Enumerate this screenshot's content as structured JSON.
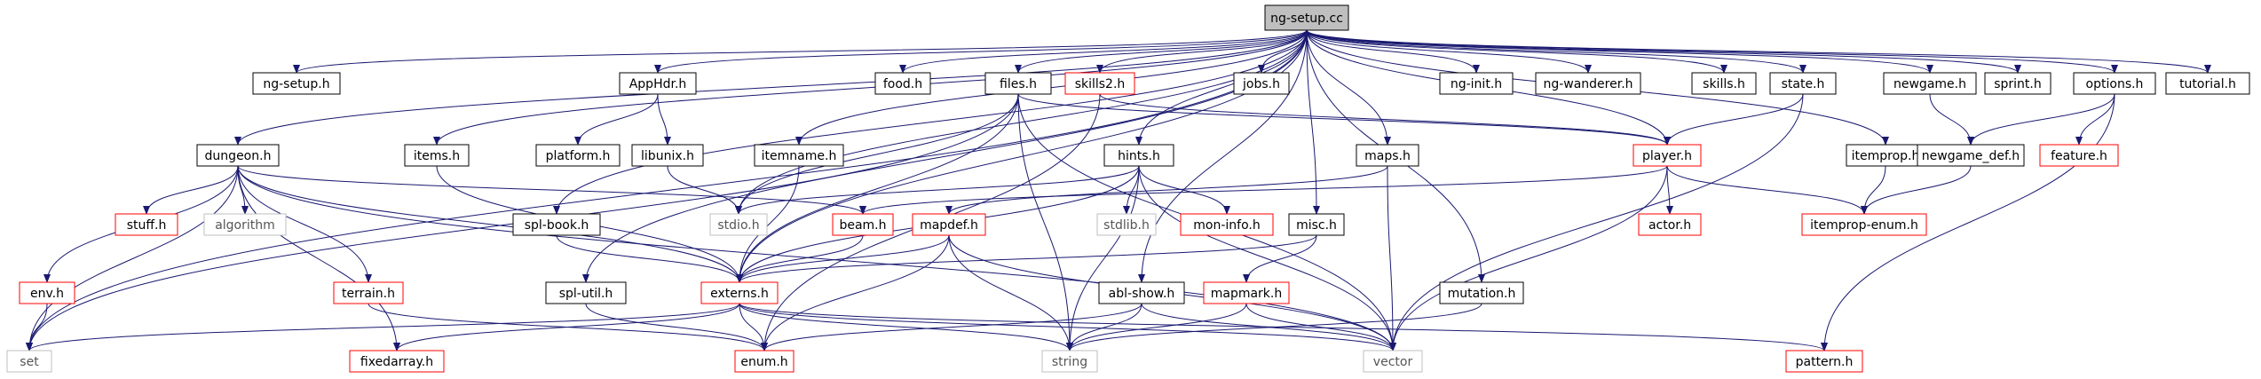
{
  "colors": {
    "edge": "#191970",
    "box_default": "#000000",
    "box_red": "#ff0000",
    "box_gray": "#bfbfbf",
    "root_fill": "#bfbfbf"
  },
  "nodes": [
    {
      "id": "ng_setup_cc",
      "label": "ng-setup.cc",
      "style": "root"
    },
    {
      "id": "dungeon_h",
      "label": "dungeon.h",
      "style": "black"
    },
    {
      "id": "ng_setup_h",
      "label": "ng-setup.h",
      "style": "black"
    },
    {
      "id": "items_h",
      "label": "items.h",
      "style": "black"
    },
    {
      "id": "spl_book_h",
      "label": "spl-book.h",
      "style": "black"
    },
    {
      "id": "spl_util_h",
      "label": "spl-util.h",
      "style": "black"
    },
    {
      "id": "apphdr_h",
      "label": "AppHdr.h",
      "style": "black"
    },
    {
      "id": "platform_h",
      "label": "platform.h",
      "style": "black"
    },
    {
      "id": "libunix_h",
      "label": "libunix.h",
      "style": "black"
    },
    {
      "id": "food_h",
      "label": "food.h",
      "style": "black"
    },
    {
      "id": "files_h",
      "label": "files.h",
      "style": "black"
    },
    {
      "id": "itemname_h",
      "label": "itemname.h",
      "style": "black"
    },
    {
      "id": "skills2_h",
      "label": "skills2.h",
      "style": "red"
    },
    {
      "id": "jobs_h",
      "label": "jobs.h",
      "style": "black"
    },
    {
      "id": "hints_h",
      "label": "hints.h",
      "style": "black"
    },
    {
      "id": "maps_h",
      "label": "maps.h",
      "style": "black"
    },
    {
      "id": "misc_h",
      "label": "misc.h",
      "style": "black"
    },
    {
      "id": "abl_show_h",
      "label": "abl-show.h",
      "style": "black"
    },
    {
      "id": "mutation_h",
      "label": "mutation.h",
      "style": "black"
    },
    {
      "id": "ng_init_h",
      "label": "ng-init.h",
      "style": "black"
    },
    {
      "id": "ng_wanderer_h",
      "label": "ng-wanderer.h",
      "style": "black"
    },
    {
      "id": "skills_h",
      "label": "skills.h",
      "style": "black"
    },
    {
      "id": "state_h",
      "label": "state.h",
      "style": "black"
    },
    {
      "id": "player_h",
      "label": "player.h",
      "style": "red"
    },
    {
      "id": "itemprop_h",
      "label": "itemprop.h",
      "style": "black"
    },
    {
      "id": "newgame_h",
      "label": "newgame.h",
      "style": "black"
    },
    {
      "id": "newgame_def_h",
      "label": "newgame_def.h",
      "style": "black"
    },
    {
      "id": "sprint_h",
      "label": "sprint.h",
      "style": "black"
    },
    {
      "id": "options_h",
      "label": "options.h",
      "style": "black"
    },
    {
      "id": "feature_h",
      "label": "feature.h",
      "style": "red"
    },
    {
      "id": "tutorial_h",
      "label": "tutorial.h",
      "style": "black"
    },
    {
      "id": "actor_h",
      "label": "actor.h",
      "style": "red"
    },
    {
      "id": "itemprop_enum_h",
      "label": "itemprop-enum.h",
      "style": "red"
    },
    {
      "id": "stuff_h",
      "label": "stuff.h",
      "style": "red"
    },
    {
      "id": "algorithm",
      "label": "algorithm",
      "style": "gray"
    },
    {
      "id": "stdio_h",
      "label": "stdio.h",
      "style": "gray"
    },
    {
      "id": "stdlib_h",
      "label": "stdlib.h",
      "style": "gray"
    },
    {
      "id": "mon_info_h",
      "label": "mon-info.h",
      "style": "red"
    },
    {
      "id": "beam_h",
      "label": "beam.h",
      "style": "red"
    },
    {
      "id": "mapdef_h",
      "label": "mapdef.h",
      "style": "red"
    },
    {
      "id": "env_h",
      "label": "env.h",
      "style": "red"
    },
    {
      "id": "terrain_h",
      "label": "terrain.h",
      "style": "red"
    },
    {
      "id": "externs_h",
      "label": "externs.h",
      "style": "red"
    },
    {
      "id": "mapmark_h",
      "label": "mapmark.h",
      "style": "red"
    },
    {
      "id": "set",
      "label": "set",
      "style": "gray"
    },
    {
      "id": "fixedarray_h",
      "label": "fixedarray.h",
      "style": "red"
    },
    {
      "id": "enum_h",
      "label": "enum.h",
      "style": "red"
    },
    {
      "id": "string",
      "label": "string",
      "style": "gray"
    },
    {
      "id": "vector",
      "label": "vector",
      "style": "gray"
    },
    {
      "id": "pattern_h",
      "label": "pattern.h",
      "style": "red"
    }
  ],
  "edges": [
    [
      "ng_setup_cc",
      "dungeon_h"
    ],
    [
      "ng_setup_cc",
      "ng_setup_h"
    ],
    [
      "ng_setup_cc",
      "items_h"
    ],
    [
      "ng_setup_cc",
      "spl_book_h"
    ],
    [
      "ng_setup_cc",
      "spl_util_h"
    ],
    [
      "ng_setup_cc",
      "apphdr_h"
    ],
    [
      "ng_setup_cc",
      "food_h"
    ],
    [
      "ng_setup_cc",
      "files_h"
    ],
    [
      "ng_setup_cc",
      "itemname_h"
    ],
    [
      "ng_setup_cc",
      "skills2_h"
    ],
    [
      "ng_setup_cc",
      "jobs_h"
    ],
    [
      "ng_setup_cc",
      "hints_h"
    ],
    [
      "ng_setup_cc",
      "maps_h"
    ],
    [
      "ng_setup_cc",
      "misc_h"
    ],
    [
      "ng_setup_cc",
      "abl_show_h"
    ],
    [
      "ng_setup_cc",
      "mutation_h"
    ],
    [
      "ng_setup_cc",
      "ng_init_h"
    ],
    [
      "ng_setup_cc",
      "ng_wanderer_h"
    ],
    [
      "ng_setup_cc",
      "skills_h"
    ],
    [
      "ng_setup_cc",
      "state_h"
    ],
    [
      "ng_setup_cc",
      "player_h"
    ],
    [
      "ng_setup_cc",
      "itemprop_h"
    ],
    [
      "ng_setup_cc",
      "newgame_h"
    ],
    [
      "ng_setup_cc",
      "sprint_h"
    ],
    [
      "ng_setup_cc",
      "options_h"
    ],
    [
      "ng_setup_cc",
      "tutorial_h"
    ],
    [
      "ng_setup_cc",
      "externs_h"
    ],
    [
      "ng_setup_cc",
      "set"
    ],
    [
      "ng_setup_cc",
      "stdio_h"
    ],
    [
      "dungeon_h",
      "stuff_h"
    ],
    [
      "dungeon_h",
      "algorithm"
    ],
    [
      "dungeon_h",
      "env_h"
    ],
    [
      "dungeon_h",
      "terrain_h"
    ],
    [
      "dungeon_h",
      "externs_h"
    ],
    [
      "dungeon_h",
      "set"
    ],
    [
      "dungeon_h",
      "fixedarray_h"
    ],
    [
      "dungeon_h",
      "beam_h"
    ],
    [
      "dungeon_h",
      "vector"
    ],
    [
      "items_h",
      "externs_h"
    ],
    [
      "spl_book_h",
      "externs_h"
    ],
    [
      "spl_util_h",
      "enum_h"
    ],
    [
      "apphdr_h",
      "platform_h"
    ],
    [
      "apphdr_h",
      "libunix_h"
    ],
    [
      "libunix_h",
      "stdio_h"
    ],
    [
      "files_h",
      "player_h"
    ],
    [
      "files_h",
      "externs_h"
    ],
    [
      "files_h",
      "string"
    ],
    [
      "files_h",
      "stdio_h"
    ],
    [
      "files_h",
      "vector"
    ],
    [
      "files_h",
      "set"
    ],
    [
      "itemname_h",
      "externs_h"
    ],
    [
      "skills2_h",
      "enum_h"
    ],
    [
      "skills2_h",
      "player_h"
    ],
    [
      "hints_h",
      "externs_h"
    ],
    [
      "hints_h",
      "stdio_h"
    ],
    [
      "hints_h",
      "stdlib_h"
    ],
    [
      "hints_h",
      "mon_info_h"
    ],
    [
      "hints_h",
      "string"
    ],
    [
      "hints_h",
      "vector"
    ],
    [
      "maps_h",
      "mapdef_h"
    ],
    [
      "maps_h",
      "vector"
    ],
    [
      "misc_h",
      "externs_h"
    ],
    [
      "misc_h",
      "mapmark_h"
    ],
    [
      "abl_show_h",
      "enum_h"
    ],
    [
      "abl_show_h",
      "string"
    ],
    [
      "abl_show_h",
      "vector"
    ],
    [
      "mutation_h",
      "string"
    ],
    [
      "state_h",
      "player_h"
    ],
    [
      "state_h",
      "vector"
    ],
    [
      "player_h",
      "actor_h"
    ],
    [
      "player_h",
      "itemprop_enum_h"
    ],
    [
      "player_h",
      "beam_h"
    ],
    [
      "player_h",
      "vector"
    ],
    [
      "itemprop_h",
      "itemprop_enum_h"
    ],
    [
      "newgame_h",
      "newgame_def_h"
    ],
    [
      "newgame_def_h",
      "itemprop_enum_h"
    ],
    [
      "options_h",
      "newgame_def_h"
    ],
    [
      "options_h",
      "feature_h"
    ],
    [
      "options_h",
      "pattern_h"
    ],
    [
      "beam_h",
      "externs_h"
    ],
    [
      "mapdef_h",
      "externs_h"
    ],
    [
      "mapdef_h",
      "enum_h"
    ],
    [
      "mapdef_h",
      "string"
    ],
    [
      "mapdef_h",
      "vector"
    ],
    [
      "env_h",
      "set"
    ],
    [
      "terrain_h",
      "enum_h"
    ],
    [
      "externs_h",
      "set"
    ],
    [
      "externs_h",
      "fixedarray_h"
    ],
    [
      "externs_h",
      "enum_h"
    ],
    [
      "externs_h",
      "string"
    ],
    [
      "externs_h",
      "vector"
    ],
    [
      "externs_h",
      "pattern_h"
    ],
    [
      "mapmark_h",
      "string"
    ],
    [
      "mapmark_h",
      "vector"
    ]
  ]
}
